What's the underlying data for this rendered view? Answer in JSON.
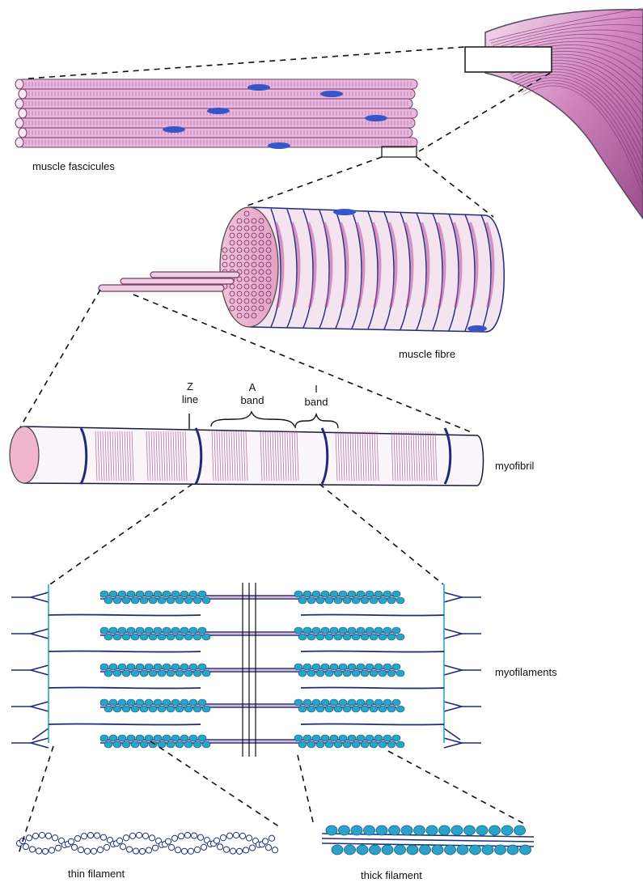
{
  "labels": {
    "muscle_fascicules": "muscle fascicules",
    "muscle_fibre": "muscle fibre",
    "z_line": "Z",
    "z_line_2": "line",
    "a_band": "A",
    "a_band_2": "band",
    "i_band": "I",
    "i_band_2": "band",
    "myofibril": "myofibril",
    "myofilaments": "myofilaments",
    "thin_filament": "thin filament",
    "thick_filament": "thick filament"
  },
  "colors": {
    "outline": "#1a1a3a",
    "muscle_pink": "#e9b7dd",
    "muscle_purple": "#b84f9f",
    "band_navy": "#1f2a7a",
    "nucleus_blue": "#3555c8",
    "myosin_teal": "#2aa3c9",
    "actin_navy": "#22307a"
  },
  "icons": {
    "nucleus": "nucleus-icon",
    "myosin_head": "myosin-head-icon",
    "actin_bead": "actin-bead-icon"
  }
}
